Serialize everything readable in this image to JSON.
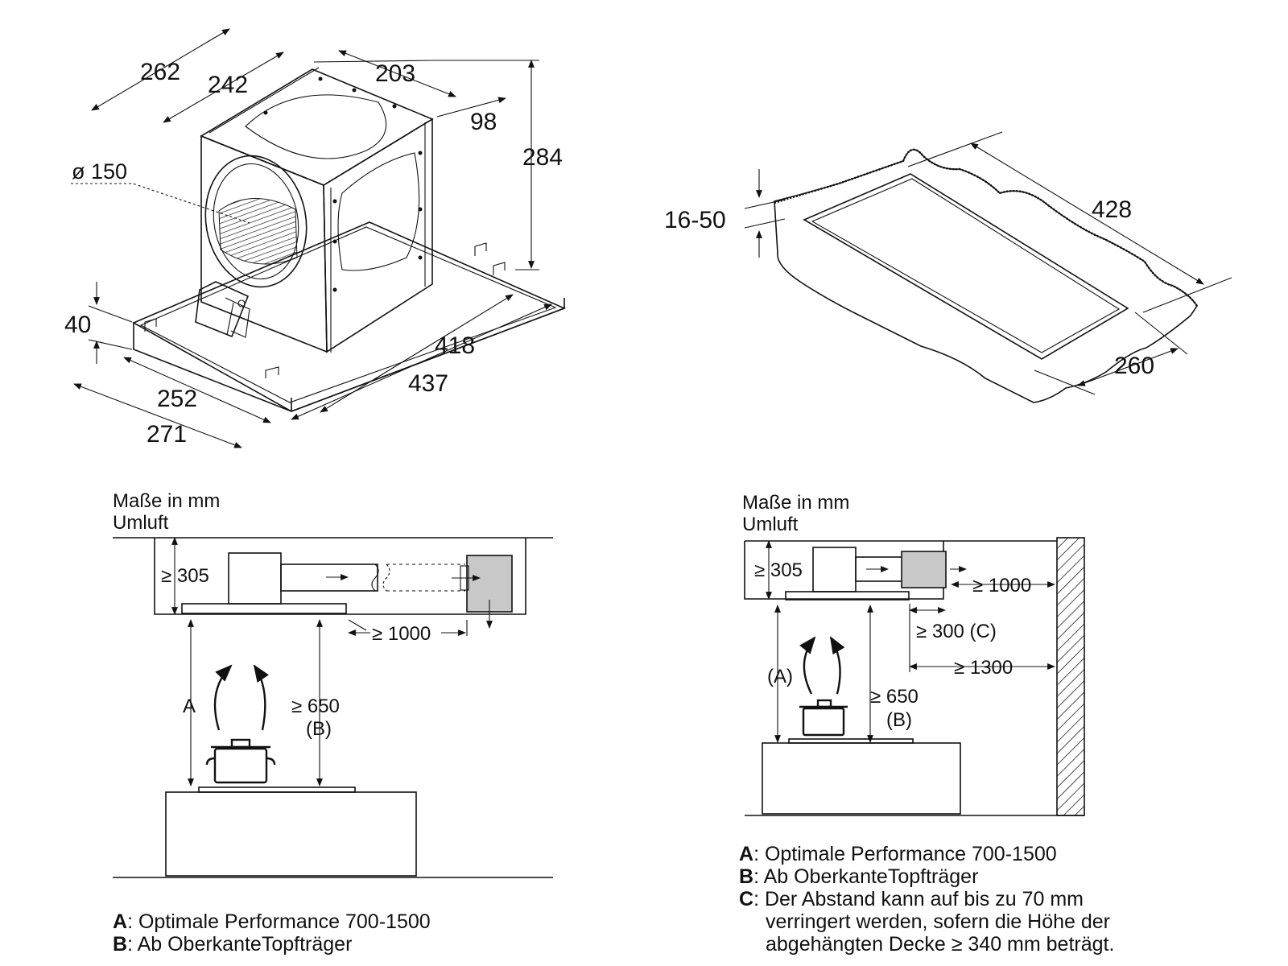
{
  "top_left_dims": {
    "d262": "262",
    "d242": "242",
    "d203": "203",
    "d98": "98",
    "d284": "284",
    "d150": "ø 150",
    "d40": "40",
    "d418": "418",
    "d437": "437",
    "d252": "252",
    "d271": "271"
  },
  "top_right_dims": {
    "d16_50": "16-50",
    "d428": "428",
    "d260": "260"
  },
  "left_panel": {
    "caption_line1": "Maße in mm",
    "caption_line2": "Umluft",
    "d305": "≥ 305",
    "d1000": "≥ 1000",
    "labelA": "A",
    "d650": "≥ 650",
    "labelB": "(B)",
    "legend": [
      {
        "key": "A",
        "text": ": Optimale Performance 700-1500"
      },
      {
        "key": "B",
        "text": ": Ab OberkanteTopfträger"
      }
    ]
  },
  "right_panel": {
    "caption_line1": "Maße in mm",
    "caption_line2": "Umluft",
    "d305": "≥ 305",
    "d1000": "≥ 1000",
    "d300": "≥ 300 (C)",
    "d1300": "≥ 1300",
    "labelA": "(A)",
    "d650": "≥ 650",
    "labelB": "(B)",
    "legend": [
      {
        "key": "A",
        "text": ": Optimale Performance 700-1500"
      },
      {
        "key": "B",
        "text": ": Ab OberkanteTopfträger"
      },
      {
        "key": "C",
        "text": ": Der Abstand kann auf bis zu 70 mm"
      },
      {
        "key": "",
        "text": "verringert werden, sofern die Höhe der"
      },
      {
        "key": "",
        "text": "abgehängten Decke ≥ 340 mm beträgt."
      }
    ]
  }
}
